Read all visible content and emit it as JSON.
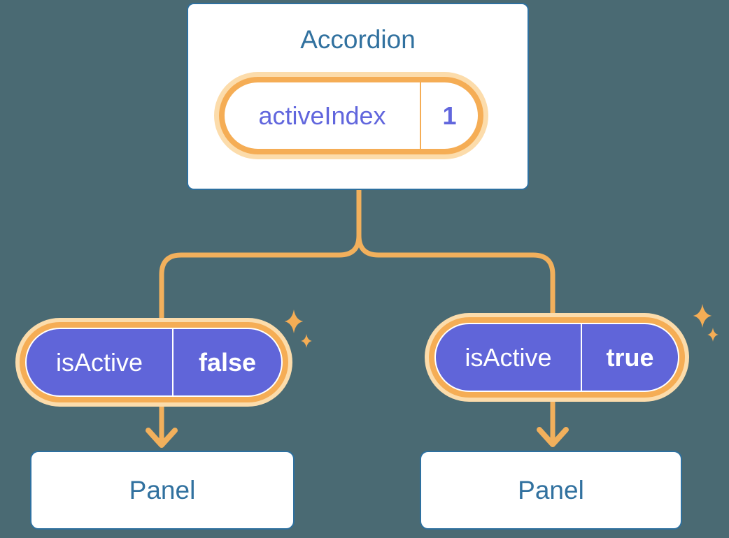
{
  "colors": {
    "bg": "#4a6a73",
    "card-border": "#2e709f",
    "blue-text": "#31719f",
    "orange": "#f5ad55",
    "orange-soft": "#fcdcab",
    "connector": "#f2b05c",
    "purple": "#6065d9",
    "purple-text": "#6166dd",
    "white": "#ffffff"
  },
  "accordion": {
    "title": "Accordion",
    "state": {
      "name": "activeIndex",
      "value": "1"
    }
  },
  "children": [
    {
      "prop_name": "isActive",
      "prop_value": "false",
      "panel_label": "Panel"
    },
    {
      "prop_name": "isActive",
      "prop_value": "true",
      "panel_label": "Panel"
    }
  ]
}
